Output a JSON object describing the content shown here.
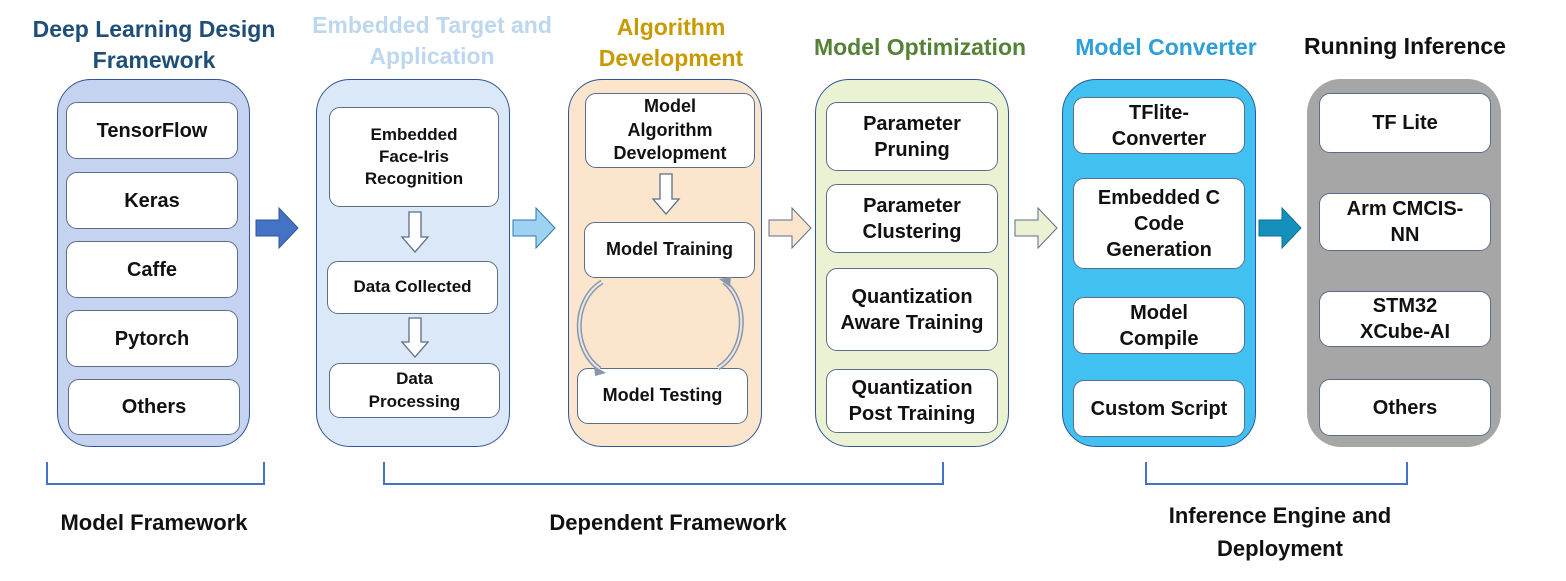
{
  "columns": [
    {
      "title": "Deep Learning Design Framework",
      "title_color": "#1f4e79",
      "panel_fill": "#c5d3f1",
      "items": [
        "TensorFlow",
        "Keras",
        "Caffe",
        "Pytorch",
        "Others"
      ]
    },
    {
      "title": "Embedded Target and Application",
      "title_color": "#bdd7ee",
      "panel_fill": "#dbe8f7",
      "items": [
        "Embedded Face-Iris Recognition",
        "Data Collected",
        "Data Processing"
      ]
    },
    {
      "title": "Algorithm Development",
      "title_color": "#c99a00",
      "panel_fill": "#fbe5cc",
      "items": [
        "Model Algorithm Development",
        "Model Training",
        "Model Testing"
      ]
    },
    {
      "title": "Model Optimization",
      "title_color": "#538135",
      "panel_fill": "#ebf2d3",
      "items": [
        "Parameter Pruning",
        "Parameter Clustering",
        "Quantization Aware Training",
        "Quantization Post Training"
      ]
    },
    {
      "title": "Model Converter",
      "title_color": "#2e9fd8",
      "panel_fill": "#41c0f2",
      "items": [
        "TFlite-Converter",
        "Embedded C Code Generation",
        "Model Compile",
        "Custom Script"
      ]
    },
    {
      "title": "Running Inference",
      "title_color": "#111111",
      "panel_fill": "#a6a6a6",
      "items": [
        "TF Lite",
        "Arm CMCIS-NN",
        "STM32 XCube-AI",
        "Others"
      ]
    }
  ],
  "groups": [
    {
      "label": "Model Framework"
    },
    {
      "label": "Dependent Framework"
    },
    {
      "label": "Inference Engine and Deployment"
    }
  ],
  "arrow_colors": [
    "#4472c4",
    "#9dd3f0",
    "#fbe5cc",
    "#ebf2d3",
    "#1590bd"
  ],
  "bracket_color": "#4472c4"
}
